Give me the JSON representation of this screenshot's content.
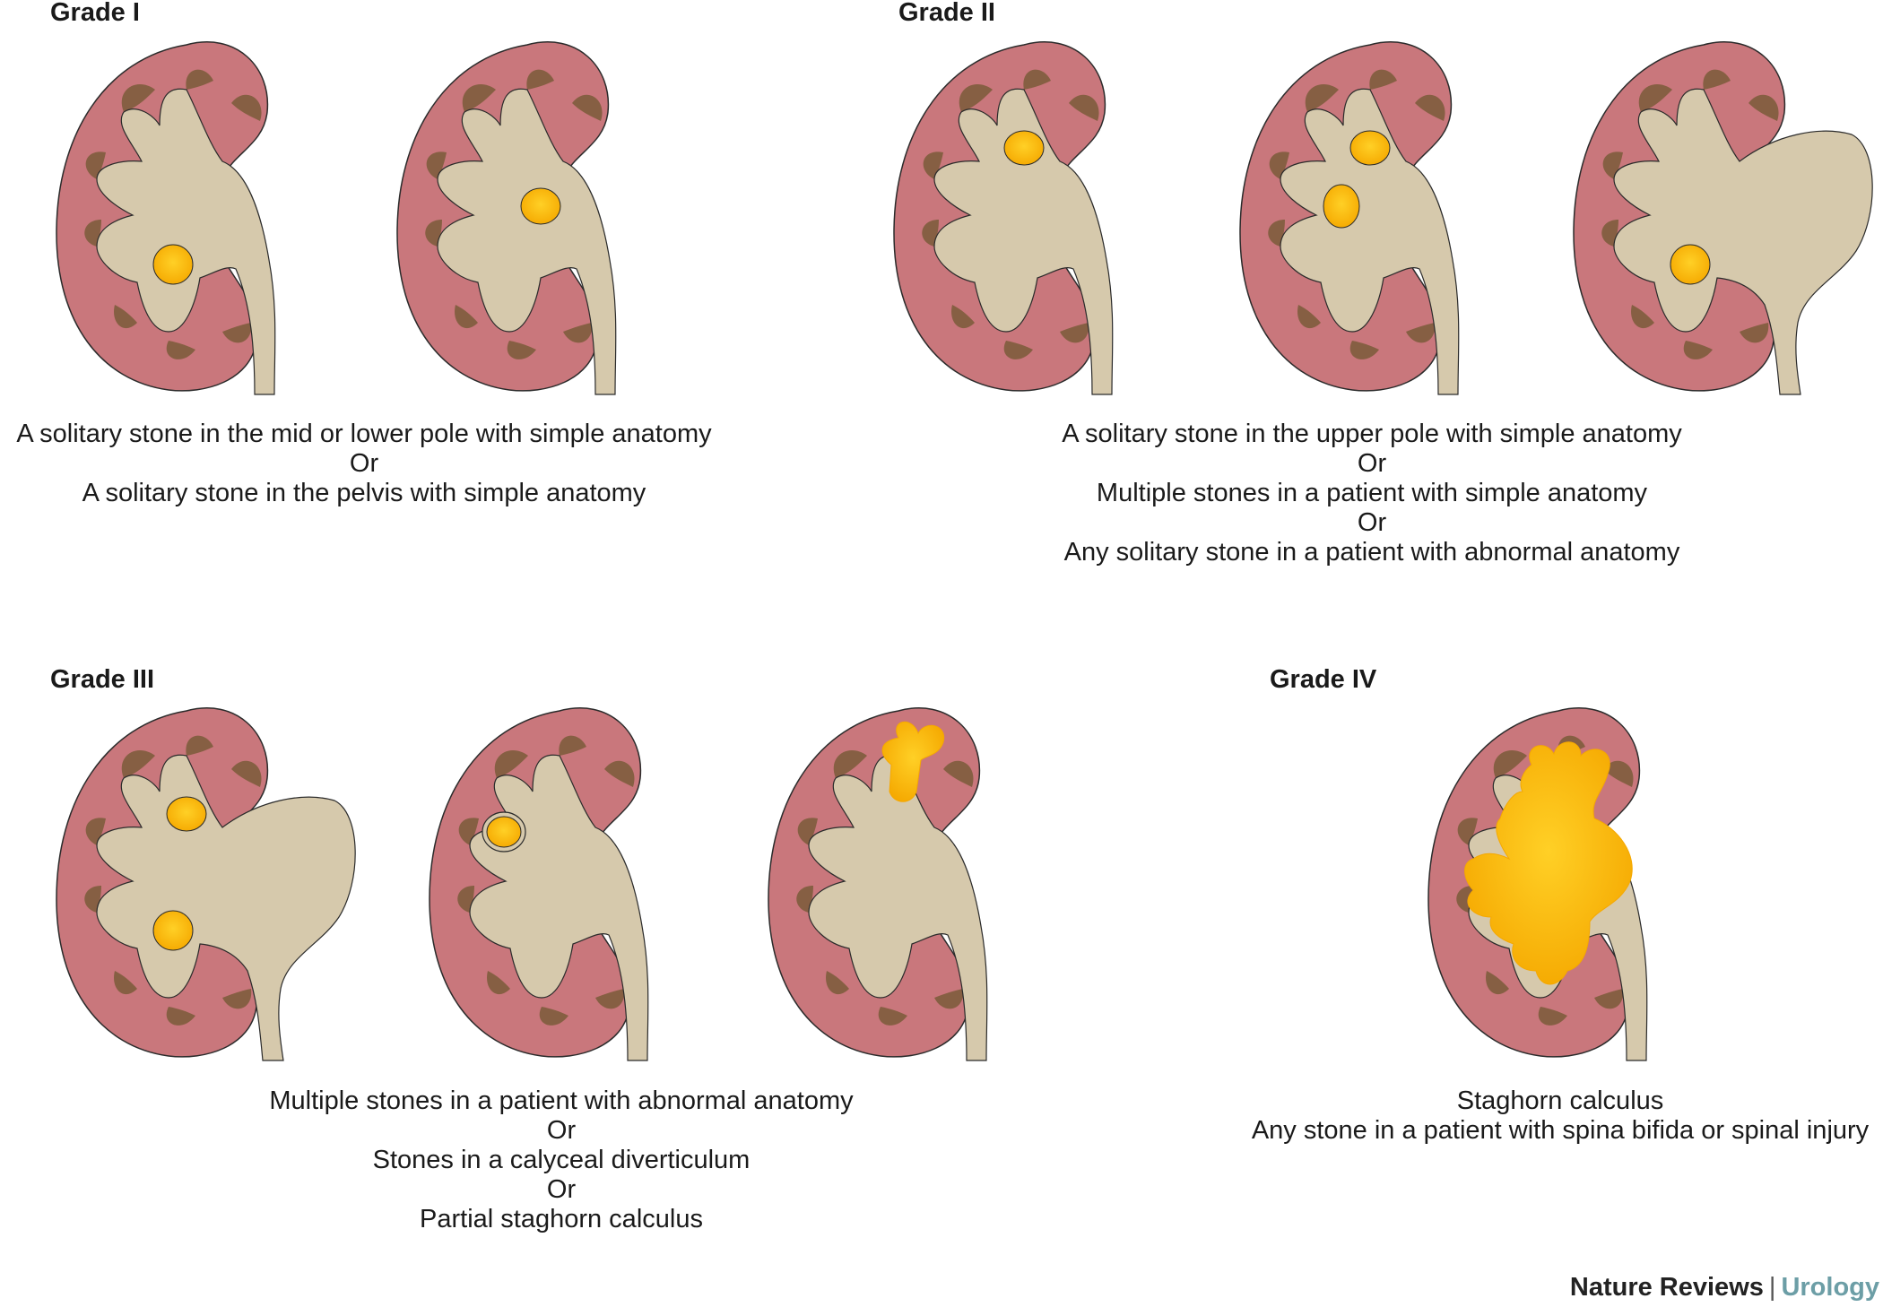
{
  "colors": {
    "cortex": "#c9777c",
    "cortex_stroke": "#2b2b2b",
    "collecting_system": "#d6c9ac",
    "papilla": "#7a5a3a",
    "stone": "#ffd026",
    "stone_edge": "#f5a800",
    "footer_journal": "#222222",
    "footer_topic": "#6c9ea6"
  },
  "grades": [
    {
      "title": "Grade I",
      "caption": [
        "A solitary stone in the mid or lower pole with simple anatomy",
        "Or",
        "A solitary stone in the pelvis with simple anatomy"
      ]
    },
    {
      "title": "Grade II",
      "caption": [
        "A solitary stone in the upper pole with simple anatomy",
        "Or",
        "Multiple stones in a patient with simple anatomy",
        "Or",
        "Any solitary stone in a patient with abnormal anatomy"
      ]
    },
    {
      "title": "Grade III",
      "caption": [
        "Multiple stones in a patient with abnormal anatomy",
        "Or",
        "Stones in a calyceal diverticulum",
        "Or",
        "Partial staghorn calculus"
      ]
    },
    {
      "title": "Grade IV",
      "caption": [
        "Staghorn calculus",
        "Any stone in a patient with spina bifida or spinal injury"
      ]
    }
  ],
  "kidneys": [
    {
      "grade": "Grade I",
      "variant": "normal",
      "stones": [
        "lower-pole"
      ]
    },
    {
      "grade": "Grade I",
      "variant": "normal",
      "stones": [
        "pelvis"
      ]
    },
    {
      "grade": "Grade II",
      "variant": "normal",
      "stones": [
        "upper-pole"
      ]
    },
    {
      "grade": "Grade II",
      "variant": "normal",
      "stones": [
        "upper-pole",
        "mid-pole"
      ]
    },
    {
      "grade": "Grade II",
      "variant": "dilated-pelvis",
      "stones": [
        "lower-pole"
      ]
    },
    {
      "grade": "Grade III",
      "variant": "dilated-pelvis",
      "stones": [
        "upper-pole",
        "lower-pole"
      ]
    },
    {
      "grade": "Grade III",
      "variant": "normal",
      "stones": [
        "calyceal-diverticulum"
      ]
    },
    {
      "grade": "Grade III",
      "variant": "normal",
      "stones": [
        "partial-staghorn"
      ]
    },
    {
      "grade": "Grade IV",
      "variant": "normal",
      "stones": [
        "full-staghorn"
      ]
    }
  ],
  "footer": {
    "journal": "Nature Reviews",
    "separator": "|",
    "topic": "Urology"
  }
}
